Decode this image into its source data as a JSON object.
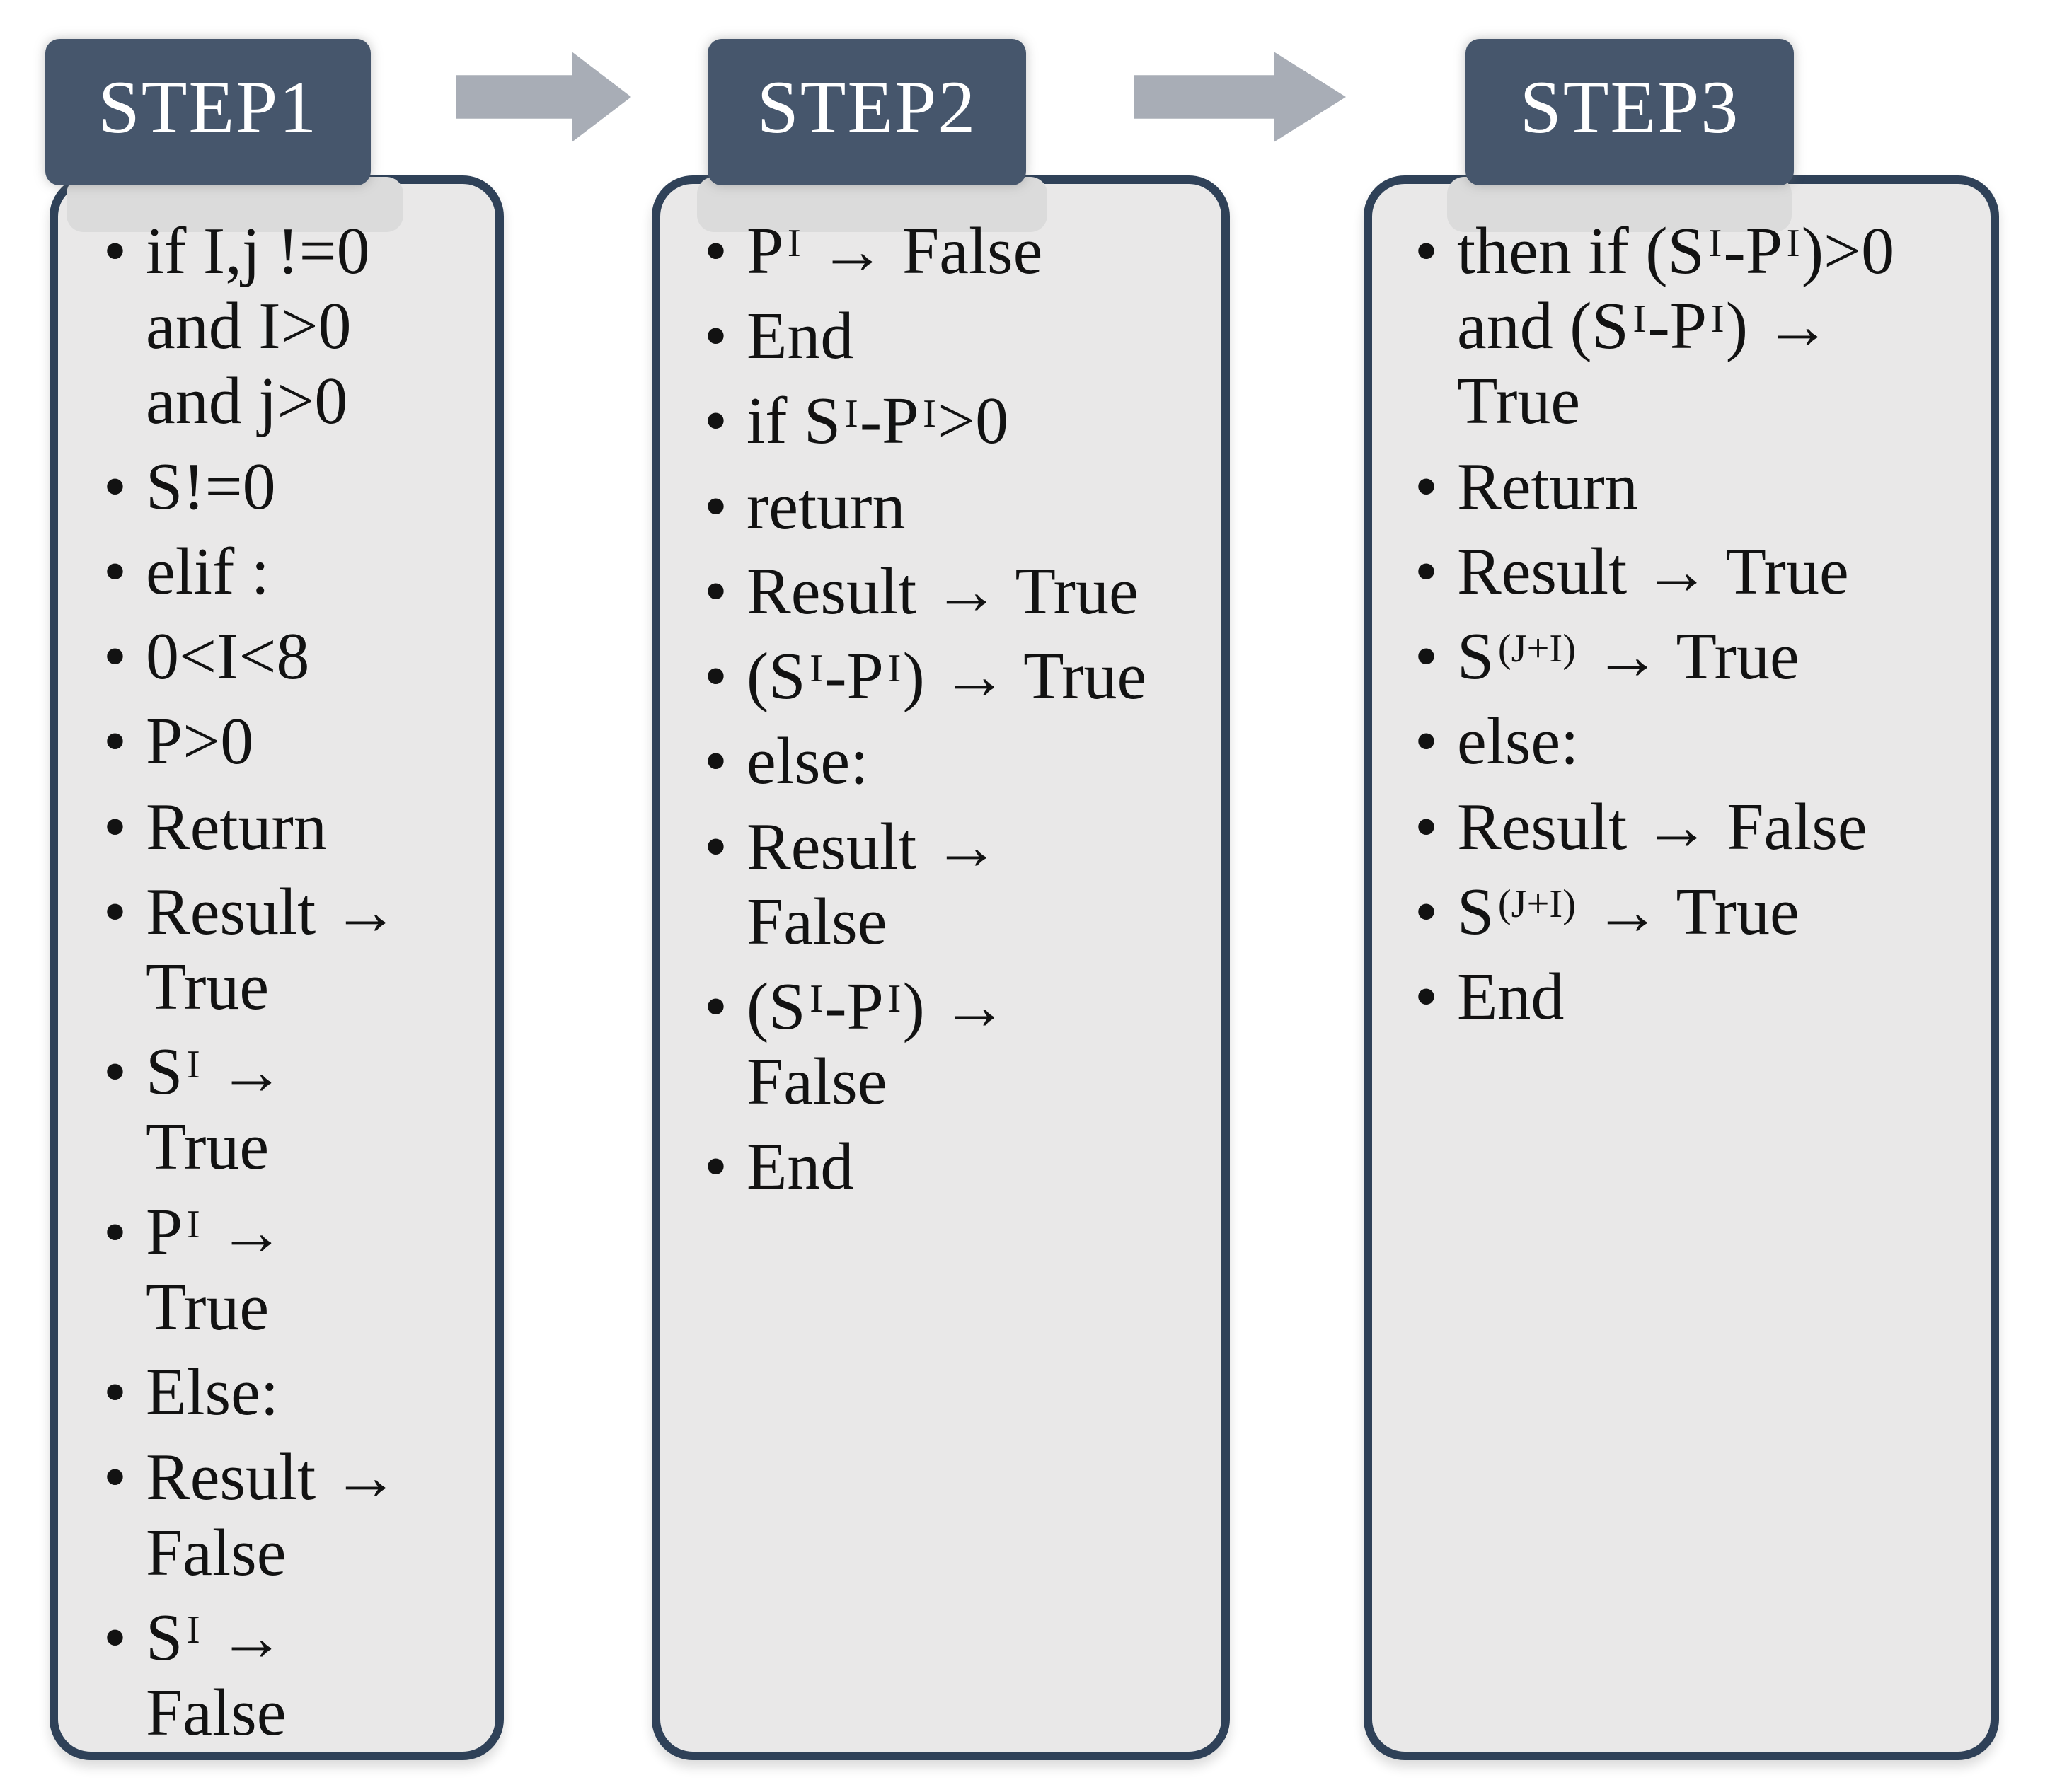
{
  "diagram": {
    "type": "process-flow",
    "steps": [
      {
        "title": "STEP1",
        "items": [
          [
            {
              "t": "if I,j !=0 and I>0 and j>0"
            }
          ],
          [
            {
              "t": "S!=0"
            }
          ],
          [
            {
              "t": "elif :"
            }
          ],
          [
            {
              "t": "0<I<8"
            }
          ],
          [
            {
              "t": "P>0"
            }
          ],
          [
            {
              "t": "Return"
            }
          ],
          [
            {
              "t": "Result → True"
            }
          ],
          [
            {
              "t": "S"
            },
            {
              "sup": "I"
            },
            {
              "t": " → True"
            }
          ],
          [
            {
              "t": "P"
            },
            {
              "sup": "I"
            },
            {
              "t": " → True"
            }
          ],
          [
            {
              "t": "Else:"
            }
          ],
          [
            {
              "t": "Result → False"
            }
          ],
          [
            {
              "t": "S"
            },
            {
              "sup": "I"
            },
            {
              "t": " → False"
            }
          ]
        ]
      },
      {
        "title": "STEP2",
        "items": [
          [
            {
              "t": "P"
            },
            {
              "sup": "I"
            },
            {
              "t": " → False"
            }
          ],
          [
            {
              "t": "End"
            }
          ],
          [
            {
              "t": "if S"
            },
            {
              "sup": "I"
            },
            {
              "t": "-P"
            },
            {
              "sup": "I"
            },
            {
              "t": ">0"
            }
          ],
          [
            {
              "t": "return"
            }
          ],
          [
            {
              "t": "Result → True"
            }
          ],
          [
            {
              "t": "(S"
            },
            {
              "sup": "I"
            },
            {
              "t": "-P"
            },
            {
              "sup": "I"
            },
            {
              "t": ") → True"
            }
          ],
          [
            {
              "t": "else:"
            }
          ],
          [
            {
              "t": "Result → False"
            }
          ],
          [
            {
              "t": "(S"
            },
            {
              "sup": "I"
            },
            {
              "t": "-P"
            },
            {
              "sup": "I"
            },
            {
              "t": ") → False"
            }
          ],
          [
            {
              "t": "End"
            }
          ]
        ]
      },
      {
        "title": "STEP3",
        "items": [
          [
            {
              "t": "then if (S"
            },
            {
              "sup": "I"
            },
            {
              "t": "-P"
            },
            {
              "sup": "I"
            },
            {
              "t": ")>0 and (S"
            },
            {
              "sup": "I"
            },
            {
              "t": "-P"
            },
            {
              "sup": "I"
            },
            {
              "t": ") → True"
            }
          ],
          [
            {
              "t": "Return"
            }
          ],
          [
            {
              "t": "Result → True"
            }
          ],
          [
            {
              "t": "S"
            },
            {
              "sup": "(J+I)"
            },
            {
              "t": " → True"
            }
          ],
          [
            {
              "t": "else:"
            }
          ],
          [
            {
              "t": "Result → False"
            }
          ],
          [
            {
              "t": "S"
            },
            {
              "sup": "(J+I)"
            },
            {
              "t": " → True"
            }
          ],
          [
            {
              "t": "End"
            }
          ]
        ]
      }
    ]
  },
  "icons": [
    {
      "name": "flow-arrow-right-icon",
      "shape": "block-arrow-right"
    },
    {
      "name": "flow-arrow-right-icon",
      "shape": "block-arrow-right"
    }
  ],
  "colors": {
    "tab_fill": "#46566C",
    "box_border": "#2F4158",
    "box_fill": "#E9E8E8",
    "tab_shadow_fill": "#DBDBDB",
    "arrow_fill": "#A8ADB6",
    "body_text": "#121212",
    "title_text": "#FFFFFF",
    "background": "#FFFFFF"
  }
}
